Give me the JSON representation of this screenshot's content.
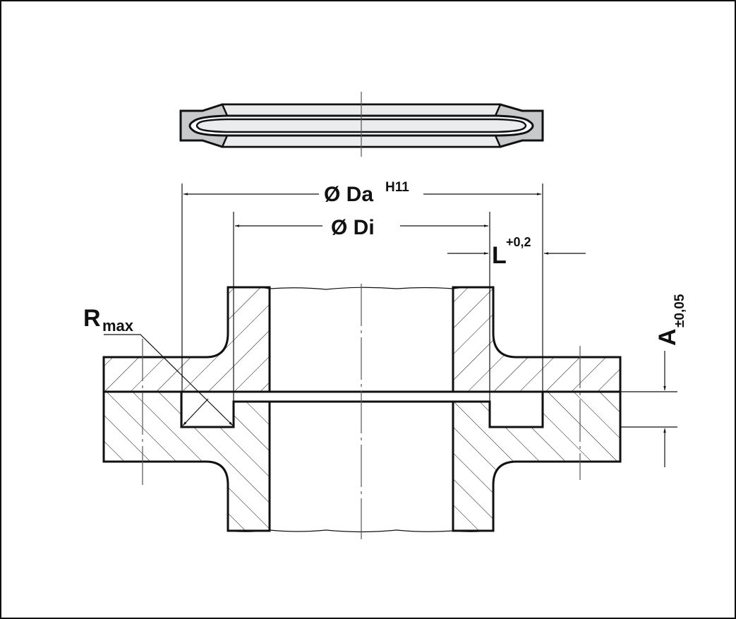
{
  "drawing": {
    "title": "Seal installation drawing",
    "dimensions": {
      "outer_diameter": {
        "symbol": "Ø Da",
        "tolerance": "H11"
      },
      "inner_diameter": {
        "symbol": "Ø Di"
      },
      "groove_length": {
        "symbol": "L",
        "tolerance": "+0,2"
      },
      "groove_depth": {
        "symbol": "A",
        "tolerance": "±0,05"
      },
      "radius": {
        "symbol": "R",
        "subscript": "max"
      }
    },
    "colors": {
      "line": "#111111",
      "seal_fill": "#c8c9cb",
      "seal_body": "#ebecee"
    }
  }
}
